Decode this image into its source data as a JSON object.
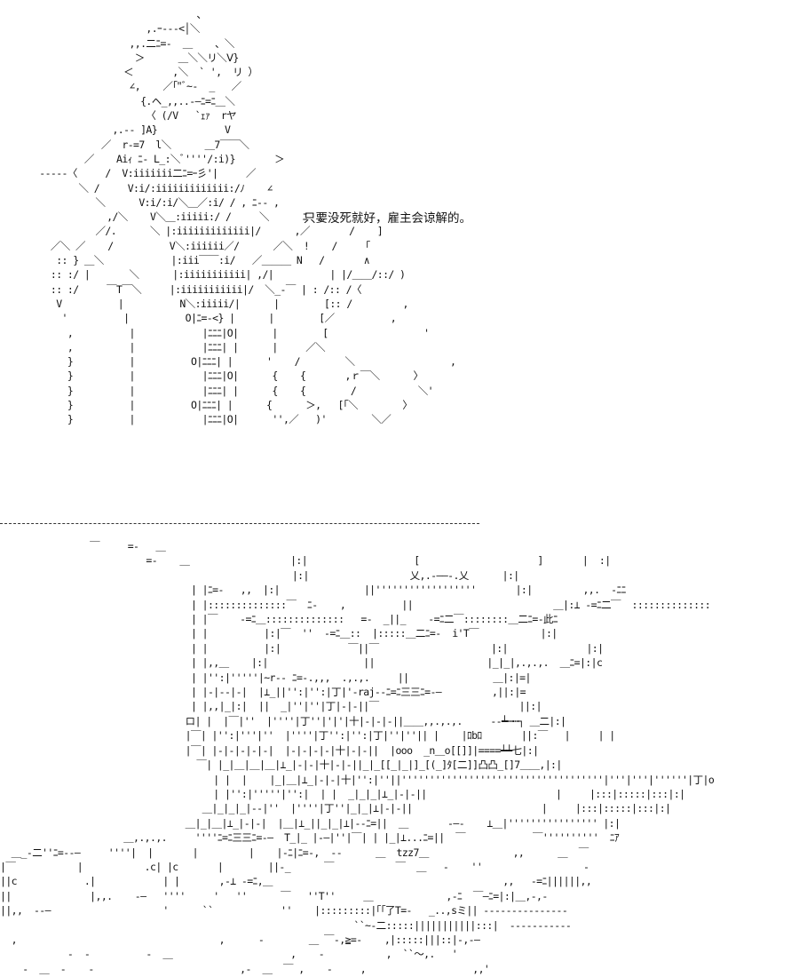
{
  "dialogue": "只要没死就好，雇主会谅解的。",
  "divider_label": "",
  "art_top": "                                   、\n                          ,.ｰ-‐‐<│＼\n                       ,,.二ﾆ=-  ＿    、＼\n                        ＞      ＿＼＼リ＼Ⅴ}\n                      ＜       ,＼  ` ',  リ ）\n                       ∠,    ／｢\"ﾞ~-  _   ／\n                         {.ヘ_,,..-―ﾆ=ﾆ＿＼\n                          〈 (/V   `ｪｧ  rヤ\n                    ,.-‐ ]A}            V\n                  ／  r‐=7  l＼      ＿7￣￣＼\n               ／    Aiｨ ﾆ- L_:＼ﾞ''''/:i)}       ＞\n       ‐-‐‐‐〈     /  V:iiiiiii二ﾆ=ｰ彡'|     ／\n              ＼ /     V:i/:iiiiiiiiiiiii:/ﾉ    ∠\n                 ＼      V:i/:i/＼＿／:i/ / , ﾆ-- ,\n                   ,/＼    V＼＿:iiiii:/ /     ＼      ﾆ- ,\n                 ／/.      ＼ |:iiiiiiiiiiiii|/      ,／       /    ]\n         ／＼ ／    /          V＼:iiiiii／/      ／＼  !    /     ｢\n          :: } ＿＼            |:iii￣￣:i/   ／＿＿＿ N   /       ∧\n         :: :/ |       ＼      |:iiiiiiiiiii| ,/|          | |/＿＿/::/ )\n         :: :/     ￣T￣＼     |:iiiiiiiiiii|/  ＼_-￣ | : /:: /〈\n          V          |          N＼:iiiii/|      |        [:: /         ,\n           '          |          O|ﾆ=-<} |      |        [／          ,\n            ,          |            |ﾆﾆﾆ|O|      |        [                 '\n            ,          |            |ﾆﾆﾆ| |      |     ／＼\n            }          |          O|ﾆﾆﾆ| |      '    /        ＼                 ,\n            }          |            |ﾆﾆﾆ|O|      {    {       ,ｒ￣＼      〉\n            }          |            |ﾆﾆﾆ| |      {    {        /           ＼'\n            }          |          O|ﾆﾆﾆ| |      {      ＞,   [｢＼        〉\n            }          |            |ﾆﾆﾆ|O|      '',／   )'        ＼／",
  "art_bottom": "                ￣     =-   ＿\n                          =-    ＿                  |:|                   [                     ]       |  :|\n                                                    |:|                  乂,.-――-.乂      |:|\n                                  | |ﾆ=-   ,,  |:|               ||''''''''''''''''''       |:|         ,,.  -ﾆﾆ\n                                  | |::::::::::::::￣  ﾆ-    ,          ||                         ＿|:⊥ -=ﾆ二￣  ::::::::::::::\n                                  | |￣    -=ﾆ＿::::::::::::::   =-  _||_    -=ﾆ二￣::::::::＿二ﾆ=-此ﾆ\n                                  | |          |:|￣  ''  -=ﾆ＿::  |:::::＿二ﾆ=-  i'T￣           |:|\n                                  | |          |:|            ￣||￣                    |:|              |:|\n                                  | |,,＿    |:|                 ||                    |_|_|,.,.,.  ＿ﾆ=|:|c\n                                  | |'':|'''''|~r-- ﾆ=-.,,,  .,.,.     ||               ＿|:|=|\n                                  | |-|--|-|  |⊥_||'':|'':|丁|'-raj--ﾆ=ﾆ三三ﾆ=-―         ,||:|=\n                                  | |,,|_|:|  ||  _|''|''|丁|-|-||￣                         ||:|\n                                 ロ| |  |￣|''  |''''|丁''|'|'|十|-|-|-||＿＿,,.,.,.     ‐‐┷┉┉┐ ＿二|:|\n                                 |￣| |'':|'''|''  |''''|丁'':|'':|丁|''|''|| |    |ﾛbﾛ       ||:￣   |     | |\n                                 |￣| |-|-|-|-|-|  |-|-|-|-|十|-|-||  |ooo  _n＿o[[]]|====┷┷七|:|\n                                   ￣| |_|＿|＿|＿|⊥_|-|-|十|-|-||_|_[[_|_|]_[(_]ﾀ[二]]凸凸_[]7＿＿,|:|\n                                      | |  |    |_|＿|⊥_|-|-|十|'':|''||''''''''''''''''''''''''''''''''''''|'''|'''|''''''|丁|o\n                                      | |'':|'''''|'':|  | |  _|_|_|⊥_|-|-||                       |     |:::|:::::|:::|:|\n                                    ＿|_|_|_|--|''  |''''|丁''|_|_|⊥|-|-||                       |     |:::|:::::|:::|:|\n                                 ＿|_|＿|⊥_|-|-|  |＿|⊥_||_|_|⊥|--ﾆ=||  ＿       -―-    ⊥＿|'''''''''''''''' |:|\n                      ＿,.,.,.     ''''ﾆ=ﾆ三三ﾆ=-―  T_|_ |-―|''|￣| | |_|⊥...ﾆ=||  ￣            ￣''''''''''  ﾆｱ\n  ＿_-二''ﾆ=--―     ''''|  |       |         |    |-ﾆ|ﾆ=-,  --      ＿  tzz7＿               ,,      ＿  ￣\n|￣           |           .c| |c       |        ||-_      ￣           ￣  ＿   -    ''                  -\n||c            .|            | |       ,-⊥ -=ﾆ,＿                                         ,,   -=ﾆ||||||,,\n||              |,,.    -―   ''''     '   ''      ￣   ''T''     ＿             ,-ﾆ  ￣―ﾆ=|:|＿,-,-\n||,,  ‐‐―                    '      ``            ''    |:::::::::|｢｢了T=-   _..,sミ|| ---------------\n                                                               ``~-二:::::|||||||||||:::|  -----------\n  ,                                    ,      -        ＿ ￣-,≧=-    ,|:::::|||::|-,-―\n            -  -          -  ＿                     ,    -           ,  ``～,.   '\n    -  ＿  -    -                          ,-  ＿  ￣ ,    -     ,                   ,,'"
}
